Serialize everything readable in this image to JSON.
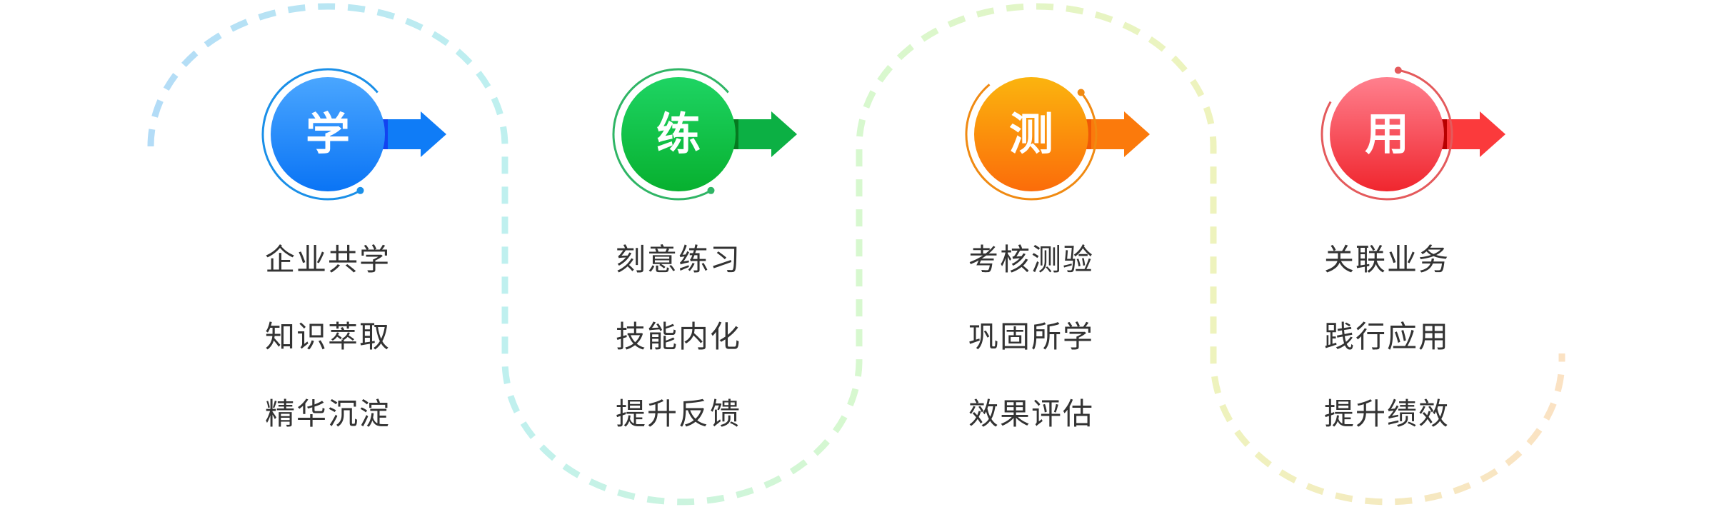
{
  "stages": [
    {
      "char": "学",
      "items": [
        "企业共学",
        "知识萃取",
        "精华沉淀"
      ],
      "colors": {
        "top": "#4aa6ff",
        "bottom": "#0a74f5",
        "arrow": "#0f7cf7",
        "dark": "#1244f0",
        "ring": "#1a8fe8"
      }
    },
    {
      "char": "练",
      "items": [
        "刻意练习",
        "技能内化",
        "提升反馈"
      ],
      "colors": {
        "top": "#1ed463",
        "bottom": "#07b02f",
        "arrow": "#0cb044",
        "dark": "#067a20",
        "ring": "#2fb565"
      }
    },
    {
      "char": "测",
      "items": [
        "考核测验",
        "巩固所学",
        "效果评估"
      ],
      "colors": {
        "top": "#fbb40e",
        "bottom": "#fb6c0a",
        "arrow": "#fb7a0c",
        "dark": "#f05a05",
        "ring": "#f08a12"
      }
    },
    {
      "char": "用",
      "items": [
        "关联业务",
        "践行应用",
        "提升绩效"
      ],
      "colors": {
        "top": "#ff808e",
        "bottom": "#f0262e",
        "arrow": "#fb3a3c",
        "dark": "#b80000",
        "ring": "#e45a5c"
      }
    }
  ],
  "path_colors": [
    "#b3dcf7",
    "#bff0ef",
    "#d7f8cf",
    "#eef3bd",
    "#fbe2c3"
  ]
}
